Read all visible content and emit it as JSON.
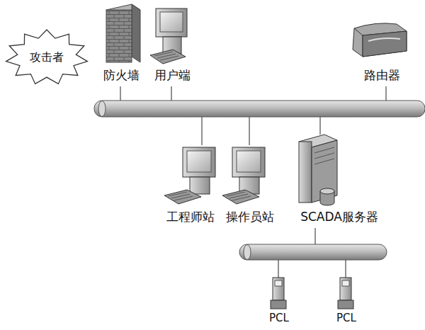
{
  "diagram": {
    "nodes": [
      {
        "text": [
          "攻击者"
        ]
      },
      {
        "text": [
          "防火墙"
        ]
      },
      {
        "text": [
          "用户端"
        ]
      },
      {
        "text": [
          "路由器"
        ]
      },
      {
        "text": [
          "工程师站"
        ]
      },
      {
        "text": [
          "操作员站"
        ]
      },
      {
        "text": [
          "SCADA服务器"
        ]
      },
      {
        "text": [
          "PCL"
        ]
      },
      {
        "text": [
          "PCL"
        ]
      }
    ]
  }
}
